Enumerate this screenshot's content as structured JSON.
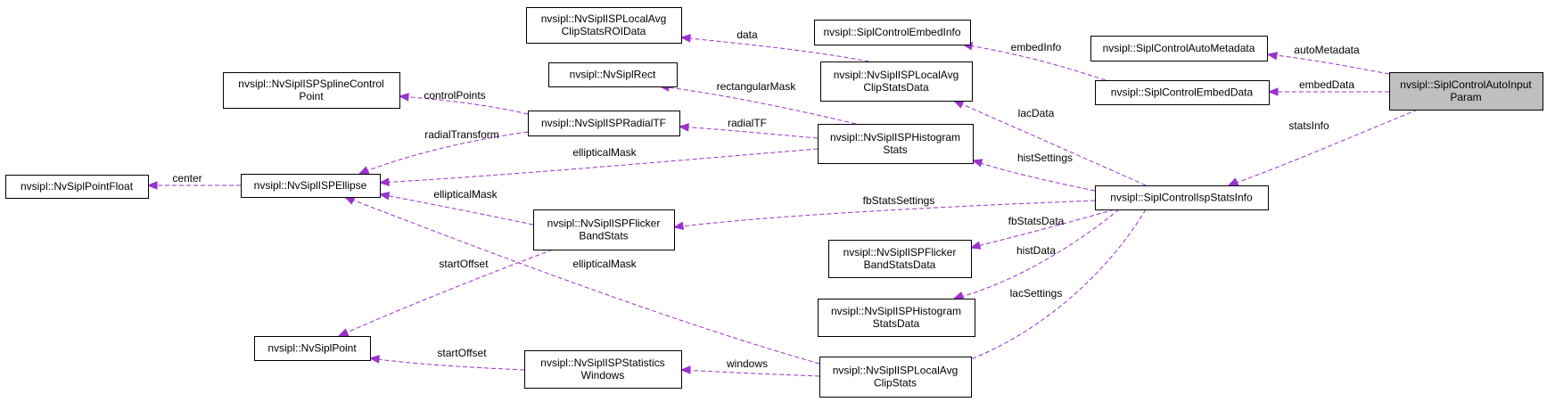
{
  "diagram": {
    "colors": {
      "edge": "#9a32cd",
      "node_border": "#000000",
      "node_fill": "#ffffff",
      "highlight_fill": "#bfbfbf"
    },
    "nodes": [
      {
        "id": "autoinput",
        "lines": [
          "nvsipl::SiplControlAutoInput",
          "Param"
        ],
        "highlight": true
      },
      {
        "id": "autometa",
        "lines": [
          "nvsipl::SiplControlAutoMetadata"
        ]
      },
      {
        "id": "embeddata",
        "lines": [
          "nvsipl::SiplControlEmbedData"
        ]
      },
      {
        "id": "embedinfo",
        "lines": [
          "nvsipl::SiplControlEmbedInfo"
        ]
      },
      {
        "id": "ispstats",
        "lines": [
          "nvsipl::SiplControlIspStatsInfo"
        ]
      },
      {
        "id": "lacroi",
        "lines": [
          "nvsipl::NvSiplISPLocalAvg",
          "ClipStatsROIData"
        ]
      },
      {
        "id": "rect",
        "lines": [
          "nvsipl::NvSiplRect"
        ]
      },
      {
        "id": "lacdata",
        "lines": [
          "nvsipl::NvSiplISPLocalAvg",
          "ClipStatsData"
        ]
      },
      {
        "id": "spline",
        "lines": [
          "nvsipl::NvSiplISPSplineControl",
          "Point"
        ]
      },
      {
        "id": "radial",
        "lines": [
          "nvsipl::NvSiplISPRadialTF"
        ]
      },
      {
        "id": "histstats",
        "lines": [
          "nvsipl::NvSiplISPHistogram",
          "Stats"
        ]
      },
      {
        "id": "pointf",
        "lines": [
          "nvsipl::NvSiplPointFloat"
        ]
      },
      {
        "id": "ellipse",
        "lines": [
          "nvsipl::NvSiplISPEllipse"
        ]
      },
      {
        "id": "flicker",
        "lines": [
          "nvsipl::NvSiplISPFlicker",
          "BandStats"
        ]
      },
      {
        "id": "flickerdata",
        "lines": [
          "nvsipl::NvSiplISPFlicker",
          "BandStatsData"
        ]
      },
      {
        "id": "histdata",
        "lines": [
          "nvsipl::NvSiplISPHistogram",
          "StatsData"
        ]
      },
      {
        "id": "point",
        "lines": [
          "nvsipl::NvSiplPoint"
        ]
      },
      {
        "id": "windows",
        "lines": [
          "nvsipl::NvSiplISPStatistics",
          "Windows"
        ]
      },
      {
        "id": "lacstats",
        "lines": [
          "nvsipl::NvSiplISPLocalAvg",
          "ClipStats"
        ]
      }
    ],
    "edges": [
      {
        "id": "automd",
        "from": "autoinput",
        "to": "autometa",
        "label": "autoMetadata"
      },
      {
        "id": "embed",
        "from": "autoinput",
        "to": "embeddata",
        "label": "embedData"
      },
      {
        "id": "statsinfo",
        "from": "autoinput",
        "to": "ispstats",
        "label": "statsInfo"
      },
      {
        "id": "embedinfo",
        "from": "embeddata",
        "to": "embedinfo",
        "label": "embedInfo"
      },
      {
        "id": "data",
        "from": "lacdata",
        "to": "lacroi",
        "label": "data"
      },
      {
        "id": "lacdata",
        "from": "ispstats",
        "to": "lacdata",
        "label": "lacData"
      },
      {
        "id": "rectmask",
        "from": "histstats",
        "to": "rect",
        "label": "rectangularMask"
      },
      {
        "id": "ctrlpts",
        "from": "radial",
        "to": "spline",
        "label": "controlPoints"
      },
      {
        "id": "radialtf",
        "from": "histstats",
        "to": "radial",
        "label": "radialTF"
      },
      {
        "id": "radialtransform",
        "from": "radial",
        "to": "ellipse",
        "label": "radialTransform"
      },
      {
        "id": "ellmask1",
        "from": "histstats",
        "to": "ellipse",
        "label": "ellipticalMask"
      },
      {
        "id": "histsettings",
        "from": "ispstats",
        "to": "histstats",
        "label": "histSettings"
      },
      {
        "id": "center",
        "from": "ellipse",
        "to": "pointf",
        "label": "center"
      },
      {
        "id": "ellmask2",
        "from": "flicker",
        "to": "ellipse",
        "label": "ellipticalMask"
      },
      {
        "id": "fbsettings",
        "from": "ispstats",
        "to": "flicker",
        "label": "fbStatsSettings"
      },
      {
        "id": "fbdata",
        "from": "ispstats",
        "to": "flickerdata",
        "label": "fbStatsData"
      },
      {
        "id": "ellmask3",
        "from": "lacstats",
        "to": "ellipse",
        "label": "ellipticalMask"
      },
      {
        "id": "startoffset1",
        "from": "flicker",
        "to": "point",
        "label": "startOffset"
      },
      {
        "id": "histdata",
        "from": "ispstats",
        "to": "histdata",
        "label": "histData"
      },
      {
        "id": "lacsettings",
        "from": "ispstats",
        "to": "lacstats",
        "label": "lacSettings"
      },
      {
        "id": "startoffset2",
        "from": "windows",
        "to": "point",
        "label": "startOffset"
      },
      {
        "id": "windows",
        "from": "lacstats",
        "to": "windows",
        "label": "windows"
      }
    ]
  }
}
